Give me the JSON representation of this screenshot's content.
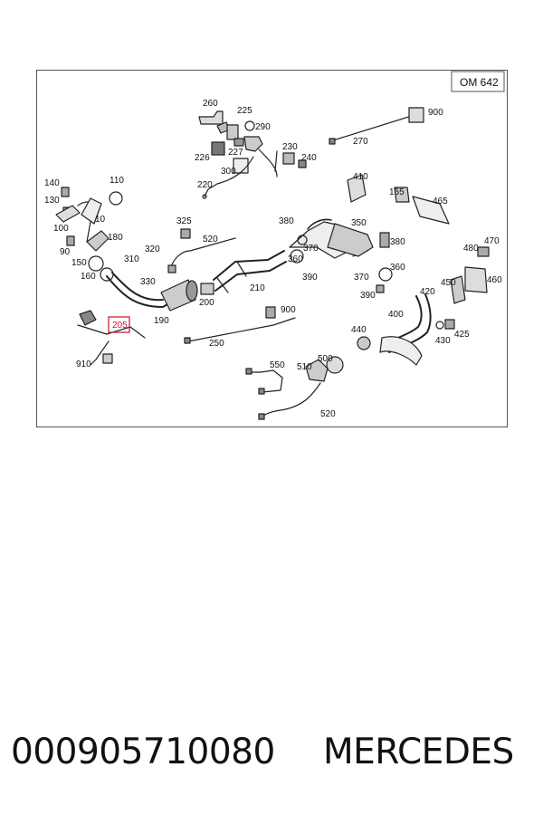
{
  "diagram": {
    "model_badge": "OM 642",
    "highlight_color": "#c8102e",
    "highlighted_label": "205",
    "labels": [
      "260",
      "225",
      "290",
      "227",
      "226",
      "230",
      "240",
      "300",
      "220",
      "900",
      "270",
      "140",
      "110",
      "130",
      "10",
      "100",
      "180",
      "90",
      "150",
      "160",
      "310",
      "330",
      "320",
      "325",
      "520",
      "200",
      "210",
      "190",
      "205",
      "910",
      "250",
      "900",
      "380",
      "350",
      "370",
      "360",
      "390",
      "410",
      "155",
      "465",
      "380",
      "370",
      "360",
      "390",
      "480",
      "470",
      "460",
      "450",
      "420",
      "400",
      "440",
      "430",
      "425",
      "550",
      "510",
      "500",
      "520"
    ]
  },
  "caption": {
    "part_number": "000905710080",
    "brand": "MERCEDES"
  }
}
